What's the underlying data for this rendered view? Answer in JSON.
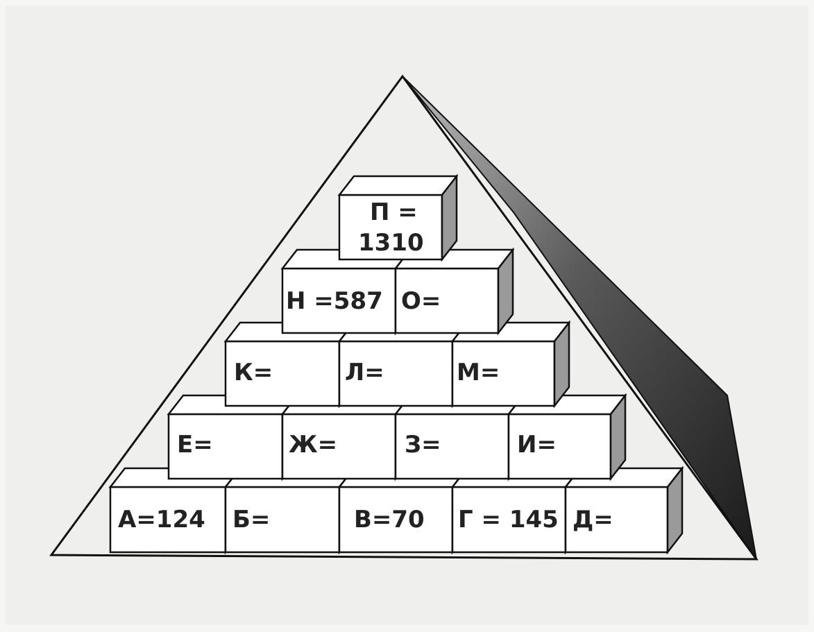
{
  "blocks": {
    "A": "А=124",
    "B": "Б=",
    "V": "В=70",
    "G": "Г = 145",
    "D": "Д=",
    "E": "Е=",
    "Zh": "Ж=",
    "Z": "З=",
    "I": "И=",
    "K": "К=",
    "L": "Л=",
    "M": "М=",
    "N": "Н =587",
    "O": "О=",
    "P_line1": "П =",
    "P_line2": "1310"
  }
}
